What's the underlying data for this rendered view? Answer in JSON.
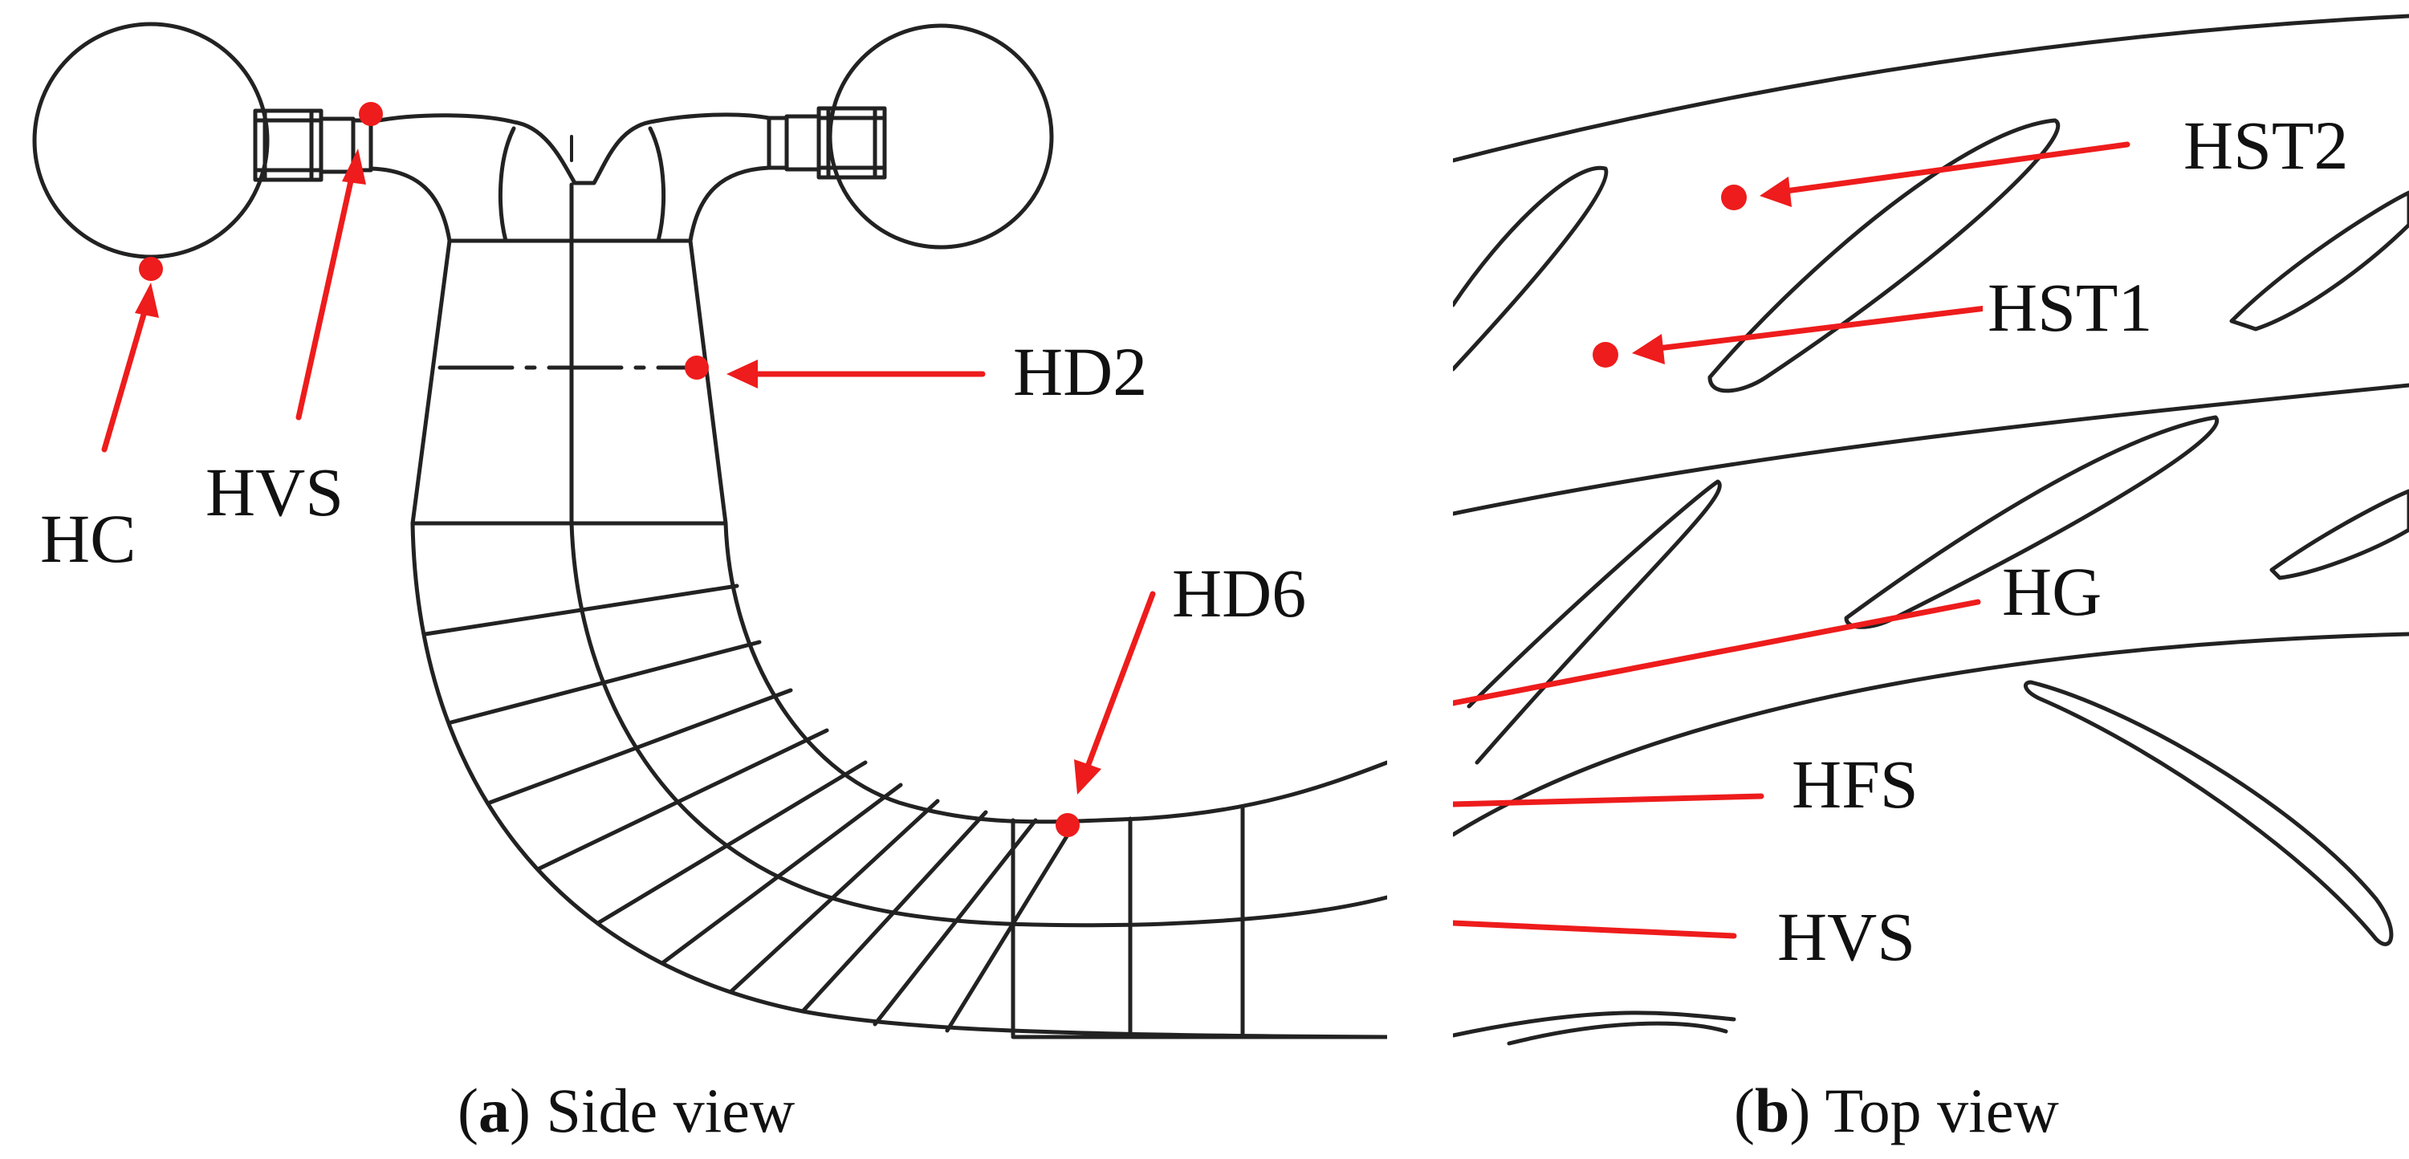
{
  "panel_a": {
    "caption_letter": "a",
    "caption_text": " Side view",
    "labels": {
      "hc": "HC",
      "hvs": "HVS",
      "hd2": "HD2",
      "hd6": "HD6"
    }
  },
  "panel_b": {
    "caption_letter": "b",
    "caption_text": " Top view",
    "labels": {
      "hst2": "HST2",
      "hst1": "HST1",
      "hg": "HG",
      "hfs": "HFS",
      "hvs": "HVS"
    }
  },
  "colors": {
    "marker": "#ee1c1c",
    "line": "#222222"
  }
}
